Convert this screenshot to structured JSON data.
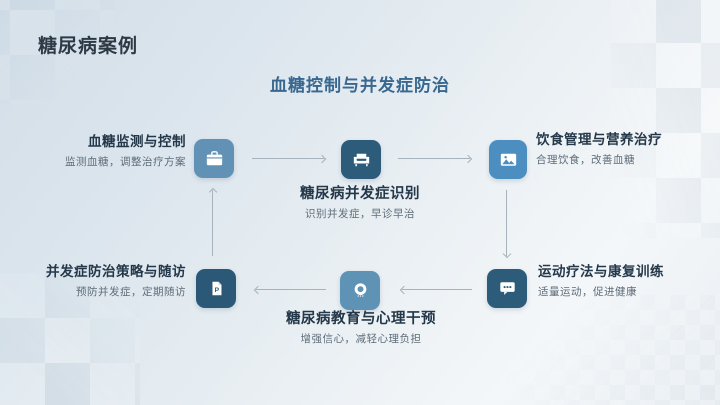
{
  "slide": {
    "title": "糖尿病案例",
    "heading": "血糖控制与并发症防治"
  },
  "nodes": [
    {
      "title": "血糖监测与控制",
      "subtitle": "监测血糖，调整治疗方案",
      "icon": "briefcase-icon",
      "icon_color": "#6191b4"
    },
    {
      "title": "糖尿病并发症识别",
      "subtitle": "识别并发症，早诊早治",
      "icon": "armchair-icon",
      "icon_color": "#2d5b7a"
    },
    {
      "title": "饮食管理与营养治疗",
      "subtitle": "合理饮食，改善血糖",
      "icon": "image-icon",
      "icon_color": "#4d8ec0"
    },
    {
      "title": "运动疗法与康复训练",
      "subtitle": "适量运动，促进健康",
      "icon": "chat-ellipsis-icon",
      "icon_color": "#2d5b7a"
    },
    {
      "title": "糖尿病教育与心理干预",
      "subtitle": "增强信心，减轻心理负担",
      "icon": "ring-icon",
      "icon_color": "#5e93b5"
    },
    {
      "title": "并发症防治策略与随访",
      "subtitle": "预防并发症，定期随访",
      "icon": "file-p-icon",
      "icon_color": "#2b5876"
    }
  ],
  "edges": [
    {
      "from": "血糖监测与控制",
      "to": "糖尿病并发症识别",
      "direction": "right"
    },
    {
      "from": "糖尿病并发症识别",
      "to": "饮食管理与营养治疗",
      "direction": "right"
    },
    {
      "from": "饮食管理与营养治疗",
      "to": "运动疗法与康复训练",
      "direction": "down"
    },
    {
      "from": "运动疗法与康复训练",
      "to": "糖尿病教育与心理干预",
      "direction": "left"
    },
    {
      "from": "糖尿病教育与心理干预",
      "to": "并发症防治策略与随访",
      "direction": "left"
    },
    {
      "from": "并发症防治策略与随访",
      "to": "血糖监测与控制",
      "direction": "up"
    }
  ],
  "colors": {
    "background_top": "#d2dee8",
    "background_bottom": "#f4f7f9",
    "title_text": "#2d3a45",
    "heading_text": "#38678f",
    "node_title_text": "#24384a",
    "node_subtitle_text": "#5f6d79",
    "arrow": "#a7b3bc",
    "icon_navy": "#2d5b7a",
    "icon_blue": "#4d8ec0",
    "icon_dusty_blue": "#6191b4"
  }
}
